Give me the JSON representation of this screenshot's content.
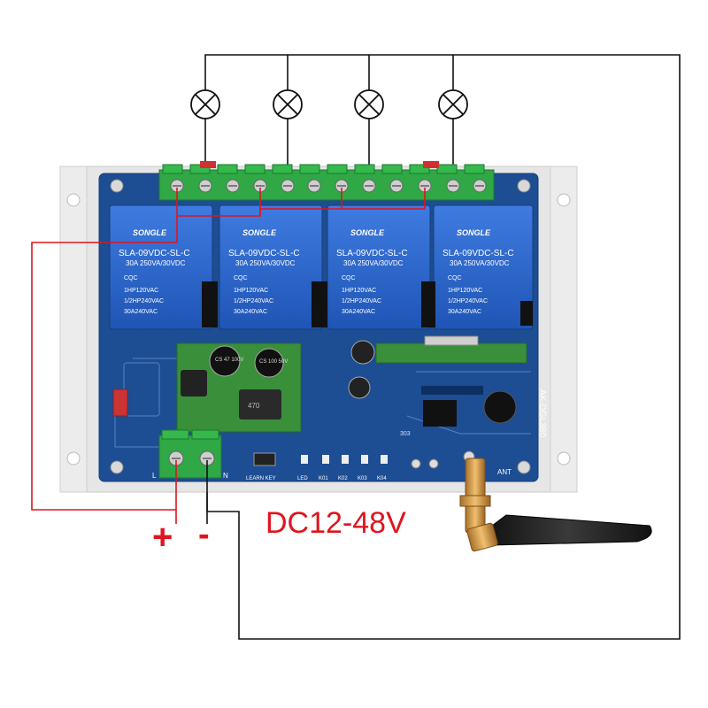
{
  "board": {
    "relay_brand": "SONGLE",
    "relay_model": "SLA-09VDC-SL-C",
    "relay_rating": "30A 250VA/30VDC",
    "relay_cert": "CQC",
    "relay_hp1": "1HP120VAC",
    "relay_hp2": "1/2HP240VAC",
    "relay_amp": "30A240VAC",
    "board_model": "AK-DGL380",
    "cap1": "CS 47 100V",
    "cap2": "CS 100 50V",
    "inductor": "470",
    "ant_label": "ANT",
    "learn_key_label": "LEARN KEY",
    "led_labels": [
      "LED",
      "K01",
      "K02",
      "K03",
      "K04"
    ],
    "input_labels": [
      "L",
      "N"
    ],
    "chip_label": "303"
  },
  "labels": {
    "plus": "+",
    "minus": "-",
    "voltage": "DC12-48V"
  },
  "colors": {
    "board": "#1e4f96",
    "relay": "#2b63c8",
    "terminal": "#37b34a",
    "wire_red": "#e0141e",
    "wire_black": "#111111",
    "label_red": "#e0141e",
    "case": "#e9e9e9"
  }
}
